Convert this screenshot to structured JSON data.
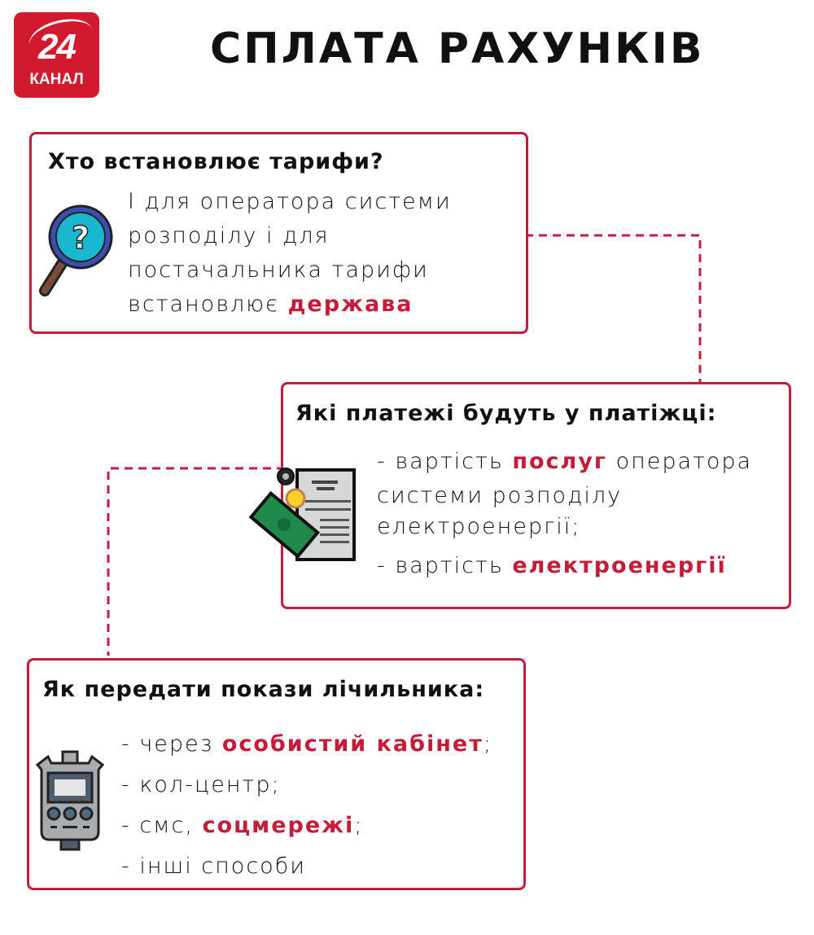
{
  "logo": {
    "number": "24",
    "name": "КАНАЛ",
    "color": "#d11a2e"
  },
  "title": "СПЛАТА РАХУНКІВ",
  "accent_color": "#c41d3a",
  "box1": {
    "heading": "Хто встановлює тарифи?",
    "icon": "magnifier-question-icon",
    "lines": [
      "І для оператора системи",
      "розподілу і для",
      "постачальника тарифи"
    ],
    "last_line_prefix": "встановлює ",
    "last_line_highlight": "держава"
  },
  "box2": {
    "heading": "Які платежі будуть у платіжці:",
    "icon": "bill-money-icon",
    "item1_prefix": "- вартість ",
    "item1_highlight": "послуг",
    "item1_suffix": " оператора",
    "item1_line2": "системи розподілу",
    "item1_line3": "електроенергії;",
    "item2_prefix": "- вартість ",
    "item2_highlight": "електроенергії"
  },
  "box3": {
    "heading": "Як передати покази лічильника:",
    "icon": "meter-device-icon",
    "item1_prefix": "- через ",
    "item1_highlight": "особистий кабінет",
    "item1_suffix": ";",
    "item2": "- кол-центр;",
    "item3_prefix": "- смс, ",
    "item3_highlight": "соцмережі",
    "item3_suffix": ";",
    "item4": "- інші способи"
  }
}
